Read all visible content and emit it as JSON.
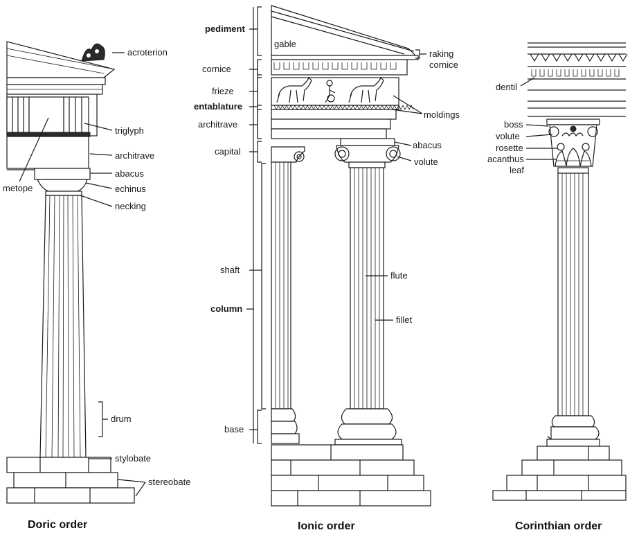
{
  "titles": {
    "doric": "Doric order",
    "ionic": "Ionic order",
    "corinthian": "Corinthian order"
  },
  "doric_labels": {
    "acroterion": "acroterion",
    "triglyph": "triglyph",
    "architrave": "architrave",
    "abacus": "abacus",
    "metope": "metope",
    "echinus": "echinus",
    "necking": "necking",
    "drum": "drum",
    "stylobate": "stylobate",
    "stereobate": "stereobate"
  },
  "ionic_labels": {
    "pediment": "pediment",
    "gable": "gable",
    "raking_cornice_1": "raking",
    "raking_cornice_2": "cornice",
    "cornice": "cornice",
    "frieze": "frieze",
    "entablature": "entablature",
    "architrave": "architrave",
    "moldings": "moldings",
    "capital": "capital",
    "abacus": "abacus",
    "volute": "volute",
    "shaft": "shaft",
    "column": "column",
    "flute": "flute",
    "fillet": "fillet",
    "base": "base"
  },
  "corinthian_labels": {
    "dentil": "dentil",
    "boss": "boss",
    "volute": "volute",
    "rosette": "rosette",
    "acanthus_leaf_1": "acanthus",
    "acanthus_leaf_2": "leaf"
  },
  "colors": {
    "ink": "#1a1a1a",
    "paper": "#ffffff"
  }
}
